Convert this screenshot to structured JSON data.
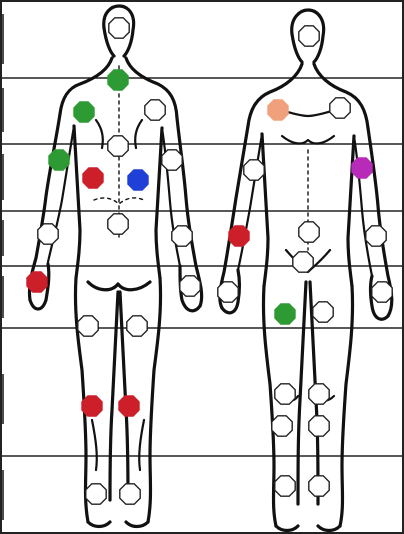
{
  "colors": {
    "empty": "#ffffff",
    "green": "#2e9a34",
    "red": "#cc1f2a",
    "blue": "#1f3fd6",
    "orange": "#f0a07a",
    "magenta": "#b82ab8",
    "outline": "#222222"
  },
  "figures": [
    {
      "id": "back-view",
      "markers": [
        {
          "label": "head",
          "state": "empty"
        },
        {
          "label": "upper-back",
          "state": "green"
        },
        {
          "label": "left-shoulder",
          "state": "green"
        },
        {
          "label": "right-shoulder",
          "state": "empty"
        },
        {
          "label": "mid-back",
          "state": "empty"
        },
        {
          "label": "left-upper-arm",
          "state": "green"
        },
        {
          "label": "left-lower-back",
          "state": "red"
        },
        {
          "label": "right-lower-back",
          "state": "blue"
        },
        {
          "label": "right-upper-arm",
          "state": "empty"
        },
        {
          "label": "left-forearm",
          "state": "empty"
        },
        {
          "label": "lumbar",
          "state": "empty"
        },
        {
          "label": "right-forearm",
          "state": "empty"
        },
        {
          "label": "left-hand",
          "state": "red"
        },
        {
          "label": "right-hand",
          "state": "empty"
        },
        {
          "label": "left-thigh",
          "state": "empty"
        },
        {
          "label": "right-thigh",
          "state": "empty"
        },
        {
          "label": "left-knee",
          "state": "red"
        },
        {
          "label": "right-knee",
          "state": "red"
        },
        {
          "label": "left-ankle",
          "state": "empty"
        },
        {
          "label": "right-ankle",
          "state": "empty"
        }
      ]
    },
    {
      "id": "front-view",
      "markers": [
        {
          "label": "head",
          "state": "empty"
        },
        {
          "label": "left-shoulder",
          "state": "orange"
        },
        {
          "label": "right-shoulder",
          "state": "empty"
        },
        {
          "label": "left-upper-arm",
          "state": "empty"
        },
        {
          "label": "right-upper-arm",
          "state": "magenta"
        },
        {
          "label": "left-forearm",
          "state": "red"
        },
        {
          "label": "abdomen",
          "state": "empty"
        },
        {
          "label": "right-forearm",
          "state": "empty"
        },
        {
          "label": "pelvis",
          "state": "empty"
        },
        {
          "label": "left-hand",
          "state": "empty"
        },
        {
          "label": "right-hand",
          "state": "empty"
        },
        {
          "label": "left-thigh",
          "state": "green"
        },
        {
          "label": "right-thigh",
          "state": "empty"
        },
        {
          "label": "left-knee",
          "state": "empty"
        },
        {
          "label": "right-knee",
          "state": "empty"
        },
        {
          "label": "left-shin",
          "state": "empty"
        },
        {
          "label": "right-shin",
          "state": "empty"
        },
        {
          "label": "left-ankle",
          "state": "empty"
        },
        {
          "label": "right-ankle",
          "state": "empty"
        }
      ]
    }
  ]
}
